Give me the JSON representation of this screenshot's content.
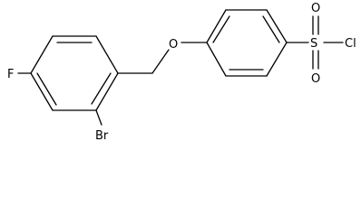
{
  "molecule": {
    "atoms": {
      "fluorine": "F",
      "bromine": "Br",
      "ether_oxygen": "O",
      "sulfur": "S",
      "sulfonyl_oxygen_top": "O",
      "sulfonyl_oxygen_bottom": "O",
      "chlorine": "Cl"
    }
  }
}
